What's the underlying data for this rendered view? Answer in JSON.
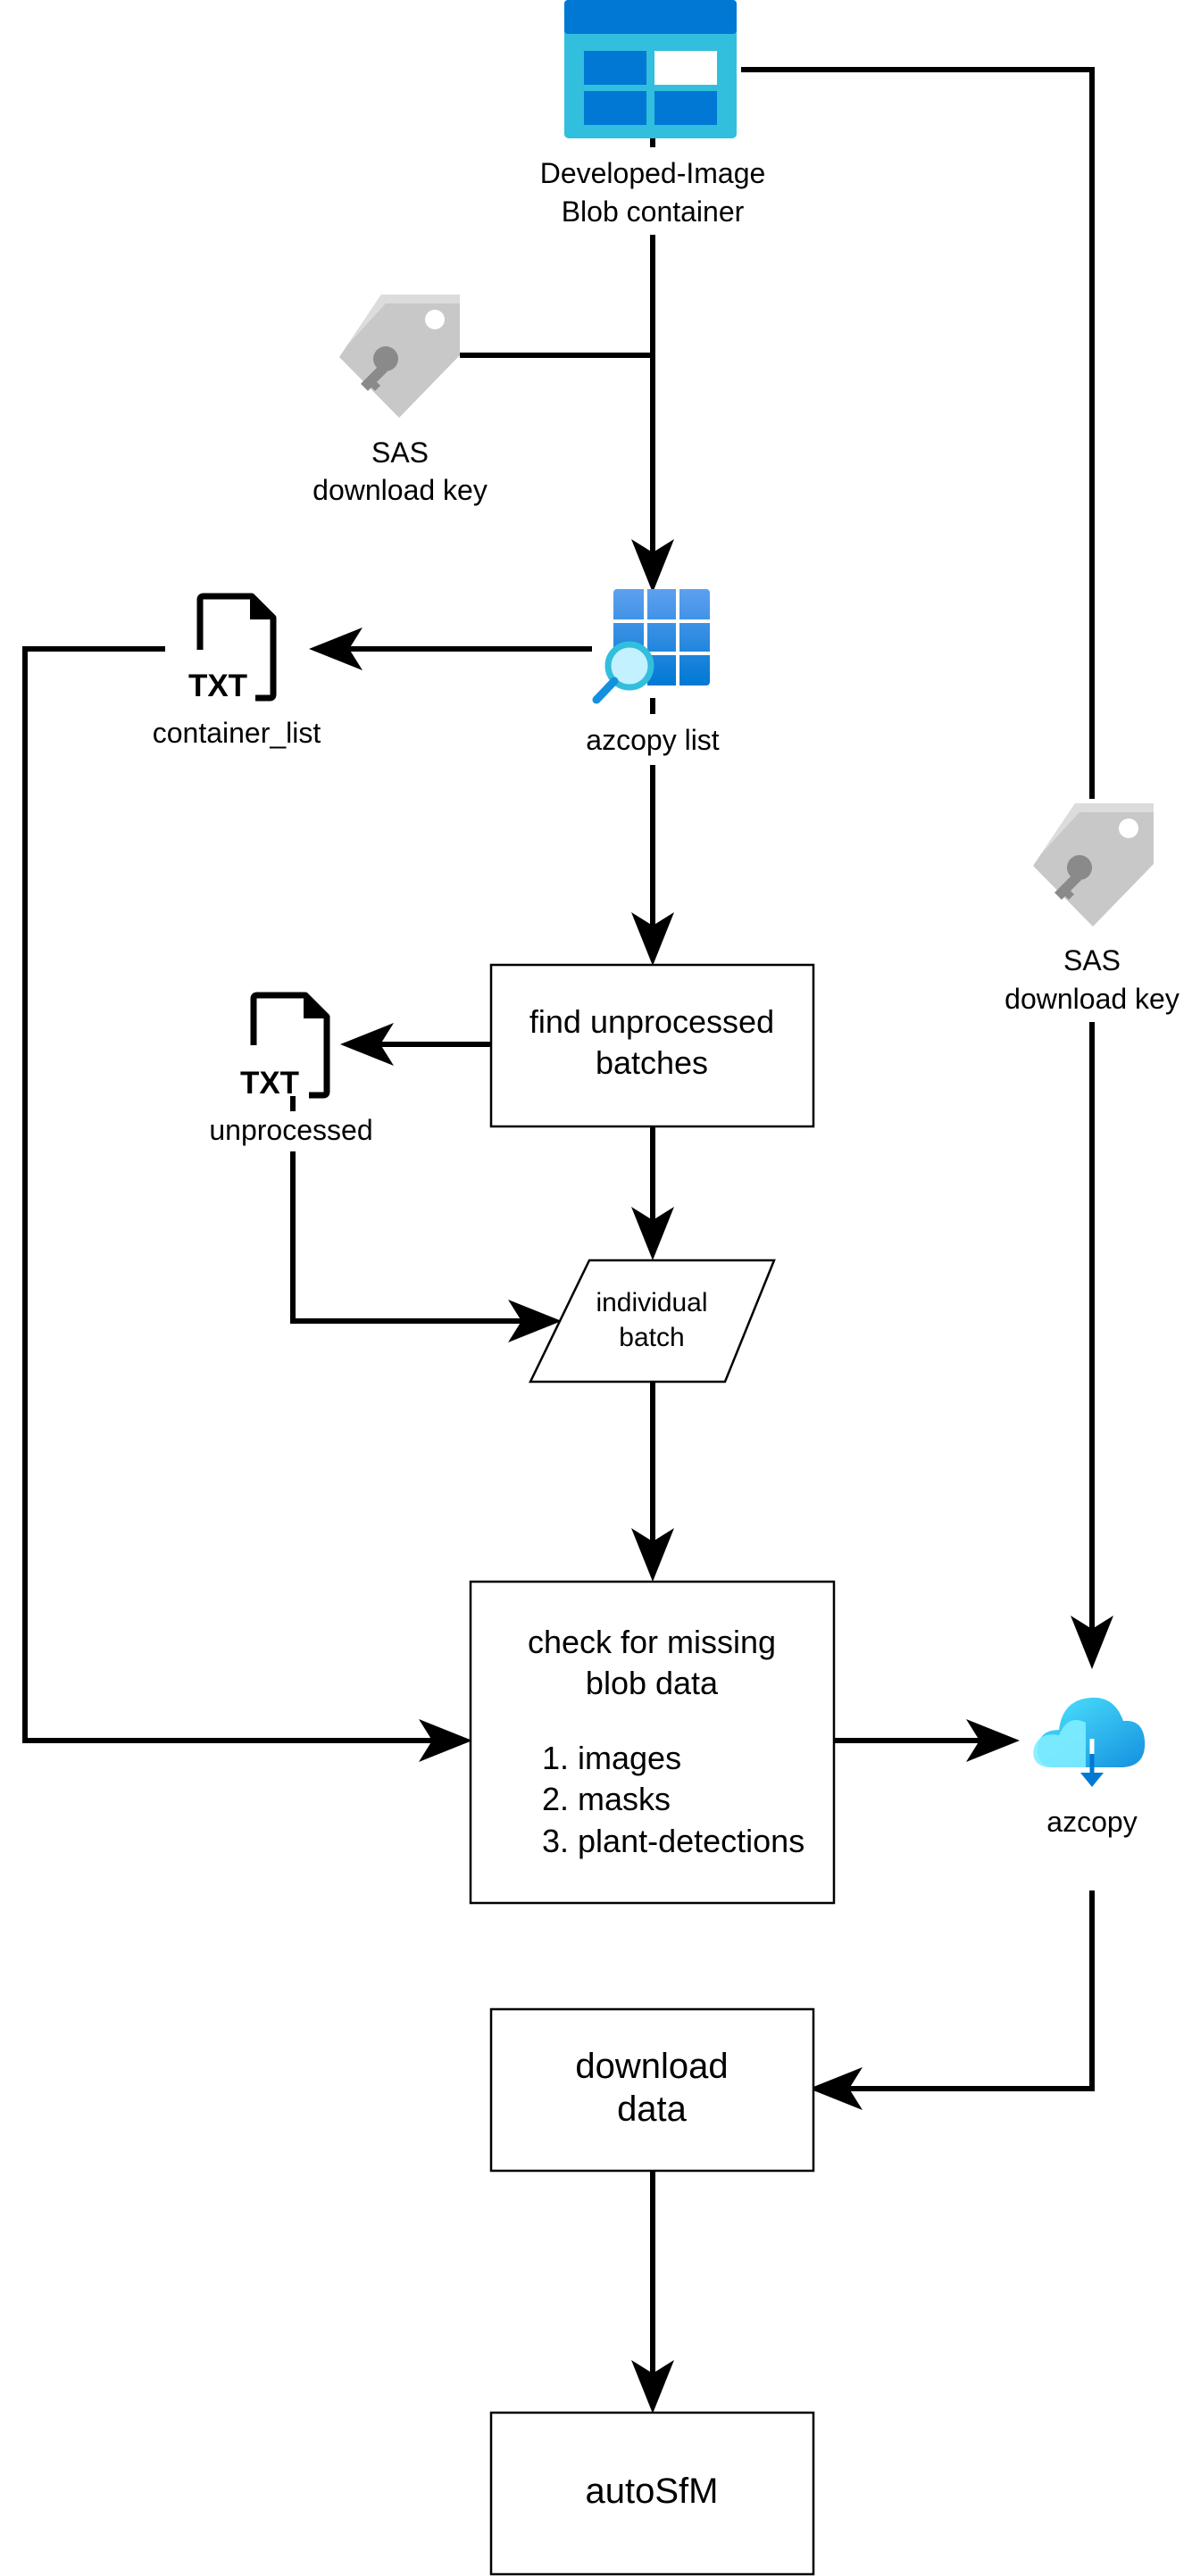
{
  "nodes": {
    "blob_container": {
      "line1": "Developed-Image",
      "line2": "Blob container",
      "icon": "azure-blob-storage-icon"
    },
    "sas_key_left": {
      "line1": "SAS",
      "line2": "download key",
      "icon": "key-tag-icon"
    },
    "sas_key_right": {
      "line1": "SAS",
      "line2": "download key",
      "icon": "key-tag-icon"
    },
    "azcopy_list": {
      "label": "azcopy list",
      "icon": "storage-explorer-search-icon"
    },
    "container_list": {
      "label": "container_list",
      "glyph": "TXT",
      "icon": "txt-file-icon"
    },
    "find_unprocessed": {
      "line1": "find unprocessed",
      "line2": "batches"
    },
    "unprocessed": {
      "label": "unprocessed",
      "glyph": "TXT",
      "icon": "txt-file-icon"
    },
    "individual_batch": {
      "line1": "individual",
      "line2": "batch"
    },
    "check_missing": {
      "line1": "check for missing",
      "line2": "blob data",
      "items": [
        "1. images",
        "2. masks",
        "3. plant-detections"
      ]
    },
    "azcopy": {
      "label": "azcopy",
      "icon": "cloud-download-icon"
    },
    "download_data": {
      "line1": "download",
      "line2": "data"
    },
    "autosfm": {
      "label": "autoSfM"
    }
  },
  "colors": {
    "stroke": "#000000",
    "blob_dark": "#0078D4",
    "blob_light": "#50E6FF",
    "blob_mid": "#32BEDD",
    "key_gray": "#C8C8C8",
    "key_dark": "#8A8A8A"
  }
}
